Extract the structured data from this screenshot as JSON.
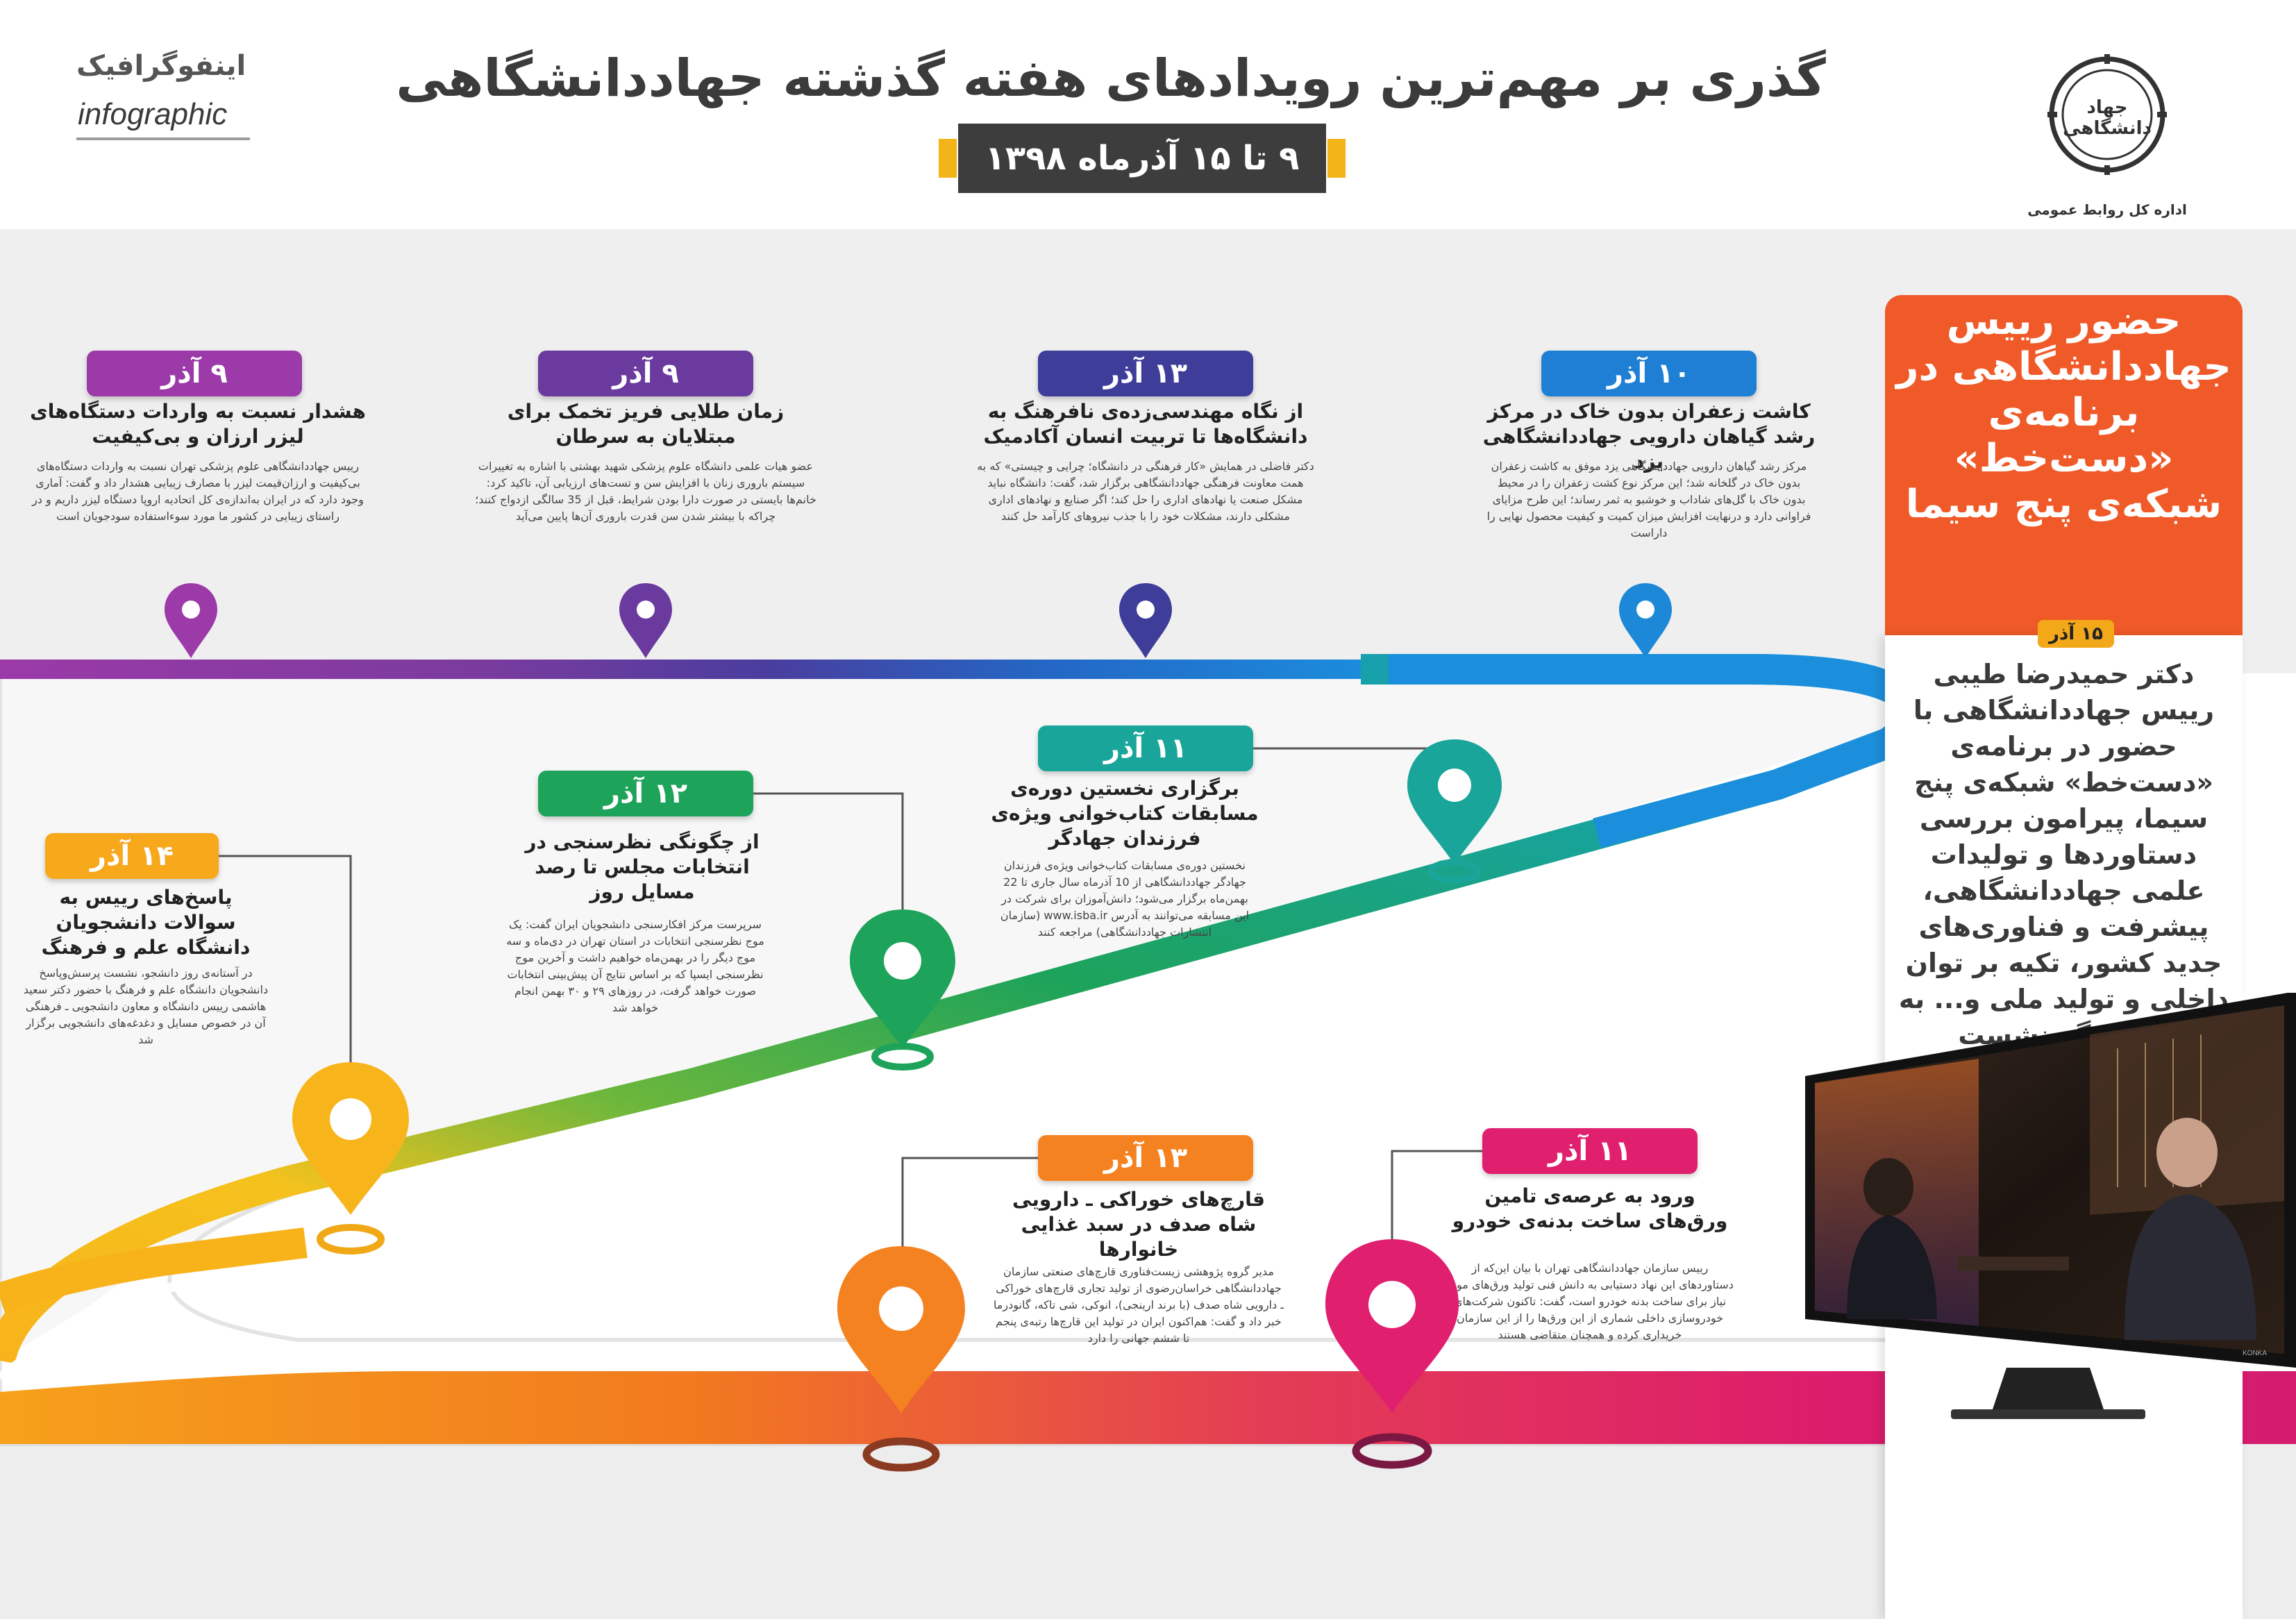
{
  "header": {
    "title": "گذری بر مهم‌ترین رویدادهای هفته گذشته جهاددانشگاهی",
    "date_range": "۹ تا ۱۵ آذرماه ۱۳۹۸",
    "infographic_fa": "اینفوگرافیک",
    "infographic_en": "infographic",
    "logo_caption": "اداره کل روابط عمومی",
    "logo_text": "جهاد دانشگاهی"
  },
  "colors": {
    "purple": "#8c3fa0",
    "blue": "#1e88d8",
    "teal": "#1aa59a",
    "green": "#1ea35a",
    "yellow": "#f7b51b",
    "orange": "#f58220",
    "pink": "#e01f6e",
    "panel": "#f05a28"
  },
  "events_top": [
    {
      "date": "۱۰ آذر",
      "title": "کاشت زعفران بدون خاک در مرکز رشد گیاهان دارویی جهاددانشگاهی یزد",
      "body": "مرکز رشد گیاهان دارویی جهاددانشگاهی یزد موفق به کاشت زعفران بدون خاک در گلخانه شد؛ این مرکز نوع کشت زعفران را در محیط بدون خاک با گل‌های شاداب و خوشبو به ثمر رساند؛ این طرح مزایای فراوانی دارد و درنهایت افزایش میزان کمیت و کیفیت محصول نهایی را داراست"
    },
    {
      "date": "۱۳ آذر",
      "title": "از نگاه مهندسی‌زده‌ی نافرهنگ به دانشگاه‌ها تا تربیت انسان آکادمیک",
      "body": "دکتر فاضلی در همایش «کار فرهنگی در دانشگاه؛ چرایی و چیستی» که به همت معاونت فرهنگی جهاددانشگاهی برگزار شد، گفت: دانشگاه نباید مشکل صنعت یا نهادهای اداری را حل کند؛ اگر صنایع و نهادهای اداری مشکلی دارند، مشکلات خود را با جذب نیروهای کارآمد حل کنند"
    },
    {
      "date": "۹ آذر",
      "title": "زمان طلایی فریز تخمک برای مبتلایان به سرطان",
      "body": "عضو هیات علمی دانشگاه علوم پزشکی شهید بهشتی با اشاره به تغییرات سیستم باروری زنان با افزایش سن و تست‌های ارزیابی آن، تاکید کرد: خانم‌ها بایستی در صورت دارا بودن شرایط، قبل از 35 سالگی ازدواج کنند؛ چراکه با بیشتر شدن سن قدرت باروری آن‌ها پایین می‌آید"
    },
    {
      "date": "۹ آذر",
      "title": "هشدار نسبت به واردات دستگاه‌های لیزر ارزان و بی‌کیفیت",
      "body": "رییس جهاددانشگاهی علوم پزشکی تهران نسبت به واردات دستگاه‌های بی‌کیفیت و ارزان‌قیمت لیزر با مصارف زیبایی هشدار داد و گفت: آماری وجود دارد که در ایران به‌اندازه‌ی کل اتحادیه اروپا دستگاه لیزر داریم و در راستای زیبایی در کشور ما مورد سوءاستفاده سودجویان است"
    }
  ],
  "events_middle": [
    {
      "date": "۱۱ آذر",
      "title": "برگزاری نخستین دوره‌ی مسابقات کتاب‌خوانی ویژه‌ی فرزندان جهادگر",
      "body": "نخستین دوره‌ی مسابقات کتاب‌خوانی ویژه‌ی فرزندان جهادگر جهاددانشگاهی از 10 آذرماه سال جاری تا 22 بهمن‌ماه برگزار می‌شود؛ دانش‌آموزان برای شرکت در این مسابقه می‌توانند به آدرس www.isba.ir (سازمان انتشارات جهاددانشگاهی) مراجعه کنند"
    },
    {
      "date": "۱۲ آذر",
      "title": "از چگونگی نظرسنجی در انتخابات مجلس تا رصد مسایل روز",
      "body": "سرپرست مرکز افکارسنجی دانشجویان ایران گفت: یک موج نظرسنجی انتخابات در استان تهران در دی‌ماه و سه موج دیگر را در بهمن‌ماه خواهیم داشت و آخرین موج نظرسنجی ایسپا که بر اساس نتایج آن پیش‌بینی انتخابات صورت خواهد گرفت، در روزهای ۲۹ و ۳۰ بهمن انجام خواهد شد"
    },
    {
      "date": "۱۴ آذر",
      "title": "پاسخ‌های رییس به سوالات دانشجویان دانشگاه علم و فرهنگ",
      "body": "در آستانه‌ی روز دانشجو، نشست پرسش‌وپاسخ دانشجویان دانشگاه علم و فرهنگ با حضور دکتر سعید هاشمی رییس دانشگاه و معاون دانشجویی ـ فرهنگی آن در خصوص مسایل و دغدغه‌های دانشجویی برگزار شد"
    }
  ],
  "events_bottom": [
    {
      "date": "۱۱ آذر",
      "title": "ورود به عرصه‌ی تامین ورق‌های ساخت بدنه‌ی خودرو",
      "body": "رییس سازمان جهاددانشگاهی تهران با بیان این‌که از دستاوردهای این نهاد دستیابی به دانش فنی تولید ورق‌های مورد نیاز برای ساخت بدنه خودرو است، گفت: تاکنون شرکت‌های خودروسازی داخلی شماری از این ورق‌ها را از این سازمان خریداری کرده و همچنان متقاضی هستند"
    },
    {
      "date": "۱۳ آذر",
      "title": "قارچ‌های خوراکی ـ دارویی شاه صدف در سبد غذایی خانوارها",
      "body": "مدیر گروه پژوهشی زیست‌فناوری قارچ‌های صنعتی سازمان جهاددانشگاهی خراسان‌رضوی از تولید تجاری قارچ‌های خوراکی ـ دارویی شاه صدف (با برند ارینجی)، انوکی، شی تاکه، گانودرما خبر داد و گفت: هم‌اکنون ایران در تولید این قارچ‌ها رتبه‌ی پنجم تا ششم جهانی را دارد"
    }
  ],
  "panel": {
    "title": "حضور رییس جهاددانشگاهی در برنامه‌ی «دست‌خط» شبکه‌ی پنج سیما",
    "date": "۱۵ آذر",
    "body": "دکتر حمیدرضا طیبی رییس جهاددانشگاهی با حضور در برنامه‌ی «دست‌خط» شبکه‌ی پنج سیما، پیرامون بررسی دستاوردها و تولیدات علمی جهاددانشگاهی، پیشرفت و فناوری‌های جدید کشور، تکیه بر توان داخلی و تولید ملی و... به گفت‌وگو نشست",
    "tv_brand": "KONKA"
  }
}
